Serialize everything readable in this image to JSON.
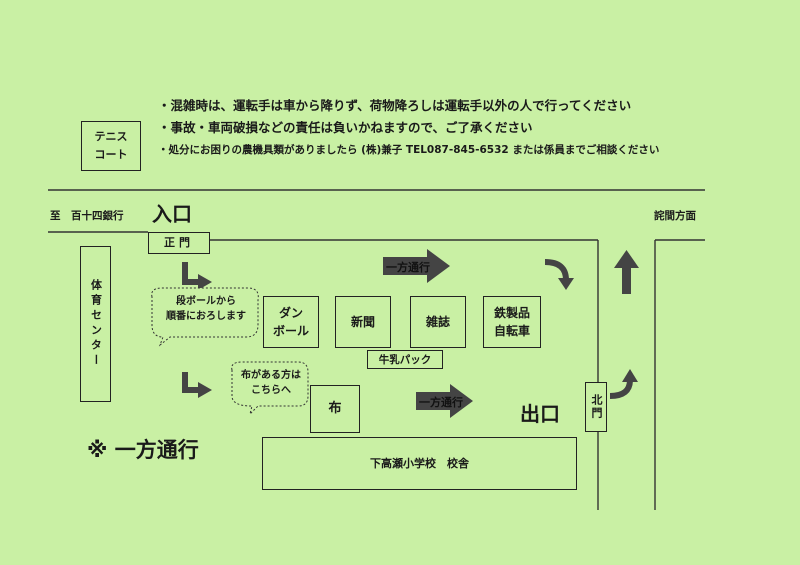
{
  "notes": [
    "・混雑時は、運転手は車から降りず、荷物降ろしは運転手以外の人で行ってください",
    "・事故・車両破損などの責任は負いかねますので、ご了承ください",
    "・処分にお困りの農機具類がありましたら (株)兼子 TEL087-845-6532 または係員までご相談ください"
  ],
  "labels": {
    "tennis_court": "テニスコート",
    "to_bank": "至　百十四銀行",
    "to_sakuma": "詫間方面",
    "entrance": "入口",
    "exit": "出口",
    "main_gate": "正門",
    "north_gate": "北門",
    "gym": "体育センター",
    "one_way_note": "※ 一方通行",
    "school": "下高瀬小学校　校舎"
  },
  "arrows": {
    "one_way_1": "一方通行",
    "one_way_2": "一方通行"
  },
  "bubbles": {
    "cardboard_order": "段ボールから\n順番におろします",
    "cloth_here": "布がある方は\nこちらへ"
  },
  "stations": {
    "cardboard": "ダン\nボール",
    "newspaper": "新聞",
    "magazine": "雑誌",
    "iron_bike": "鉄製品\n自転車",
    "milk_pack": "牛乳パック",
    "cloth": "布"
  }
}
